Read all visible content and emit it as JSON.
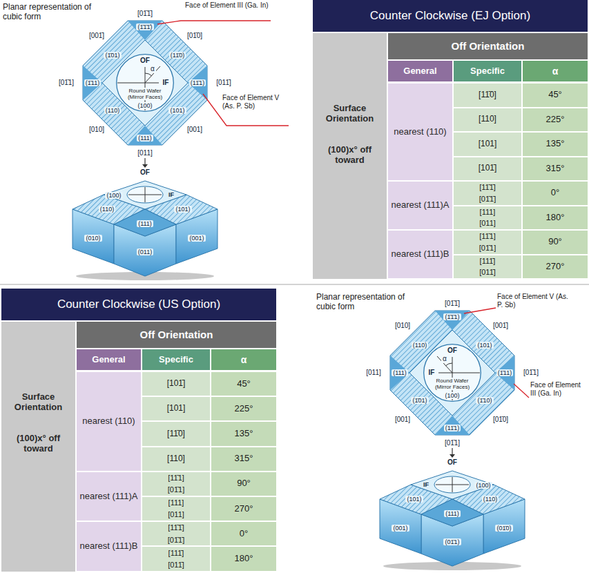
{
  "diagram": {
    "nodes": [
      {
        "text": [
          "Round Wafer (Mirror Faces)"
        ]
      },
      {
        "text": [
          "Round Wafer (Mirror Faces)"
        ]
      }
    ],
    "labels": [
      "Planar representation of cubic form",
      "Face of Element III (Ga. In)",
      "[01̄1̄]",
      "[001̄]",
      "(1̄1̄1̄)",
      "[01̄0]",
      "(1̄01)",
      "(11̄0)",
      "[01̄1]",
      "(1̄11)",
      "OF",
      "α",
      "IF",
      "Face of Element V (As. P. Sb)",
      "[011̄]",
      "(11̄1)",
      "(100)",
      "(110)",
      "(101)",
      "[010]",
      "[001]",
      "(111)",
      "[011]",
      "OF",
      "(100)",
      "IF",
      "(110)",
      "(101)",
      "(111)",
      "(010)",
      "(011)",
      "(001)",
      "Counter Clockwise (EJ Option)",
      "Off Orientation",
      "General",
      "Specific",
      "α",
      "Surface Orientation",
      "(100)x° off toward",
      "nearest (110)",
      "[11̄0]",
      "45°",
      "[110]",
      "225°",
      "[101]",
      "135°",
      "[101̄]",
      "315°",
      "nearest (111)A",
      "[11̄1̄]",
      "[01̄1̄]",
      "0°",
      "[111]",
      "[011]",
      "180°",
      "nearest (111)B",
      "[11̄1]",
      "[01̄1]",
      "90°",
      "[111̄]",
      "[011̄]",
      "270°",
      "Counter Clockwise (US Option)",
      "Off Orientation",
      "General",
      "Specific",
      "α",
      "Surface Orientation",
      "(100)x° off toward",
      "nearest (110)",
      "[101̄]",
      "45°",
      "[101]",
      "225°",
      "[11̄0]",
      "135°",
      "[110]",
      "315°",
      "nearest (111)A",
      "[11̄1]",
      "[01̄1]",
      "90°",
      "[111]",
      "[011]",
      "270°",
      "nearest (111)B",
      "[11̄1̄]",
      "[01̄1̄]",
      "0°",
      "[111̄]",
      "[011̄]",
      "180°",
      "Planar representation of cubic form",
      "Face of Element V (As. P. Sb)",
      "[01̄1̄]",
      "[010]",
      "[001̄]",
      "(1̄1̄1)",
      "(110)",
      "(101)",
      "[011]",
      "(111)",
      "OF",
      "α",
      "IF",
      "[01̄1]",
      "(1̄11)",
      "Face of Element III (Ga. In)",
      "(100)",
      "(1̄01)",
      "(1̄10)",
      "[001]",
      "[01̄0]",
      "(11̄1)",
      "[01̄1]",
      "OF",
      "(100)",
      "IF",
      "(101)",
      "(110)",
      "(111)",
      "(001)",
      "(01̄1)",
      "(01̄0)"
    ]
  }
}
